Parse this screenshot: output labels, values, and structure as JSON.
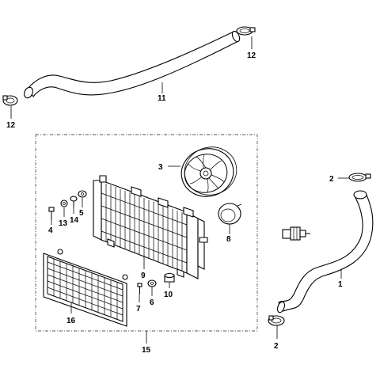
{
  "diagram": {
    "labels": {
      "hose_1": "1",
      "clamp_2_top": "2",
      "clamp_2_bottom": "2",
      "fan": "3",
      "bolt_4": "4",
      "bolt_5": "5",
      "washer_6": "6",
      "bolt_7": "7",
      "cap_8": "8",
      "radiator_9": "9",
      "grommet_10": "10",
      "hose_11": "11",
      "clamp_12_right": "12",
      "clamp_12_left": "12",
      "nut_13": "13",
      "washer_14": "14",
      "assembly_15": "15",
      "guard_16": "16"
    }
  }
}
